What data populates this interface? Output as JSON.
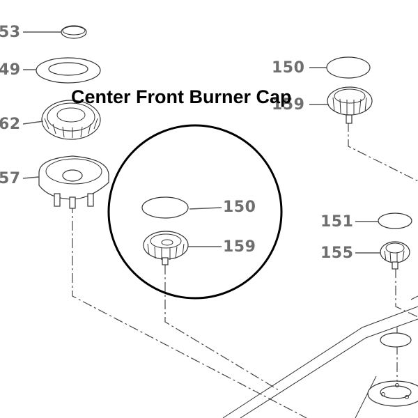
{
  "title": "Center Front Burner Cap",
  "callouts": {
    "c153": "53",
    "c149": "49",
    "c162": "62",
    "c157": "57",
    "c150_top": "150",
    "c159_top": "159",
    "c150_center": "150",
    "c159_center": "159",
    "c151": "151",
    "c155": "155"
  },
  "colors": {
    "callout_text": "#6e6e6e",
    "title_text": "#000000",
    "highlight_circle": "#000000",
    "line_art": "#333333"
  }
}
